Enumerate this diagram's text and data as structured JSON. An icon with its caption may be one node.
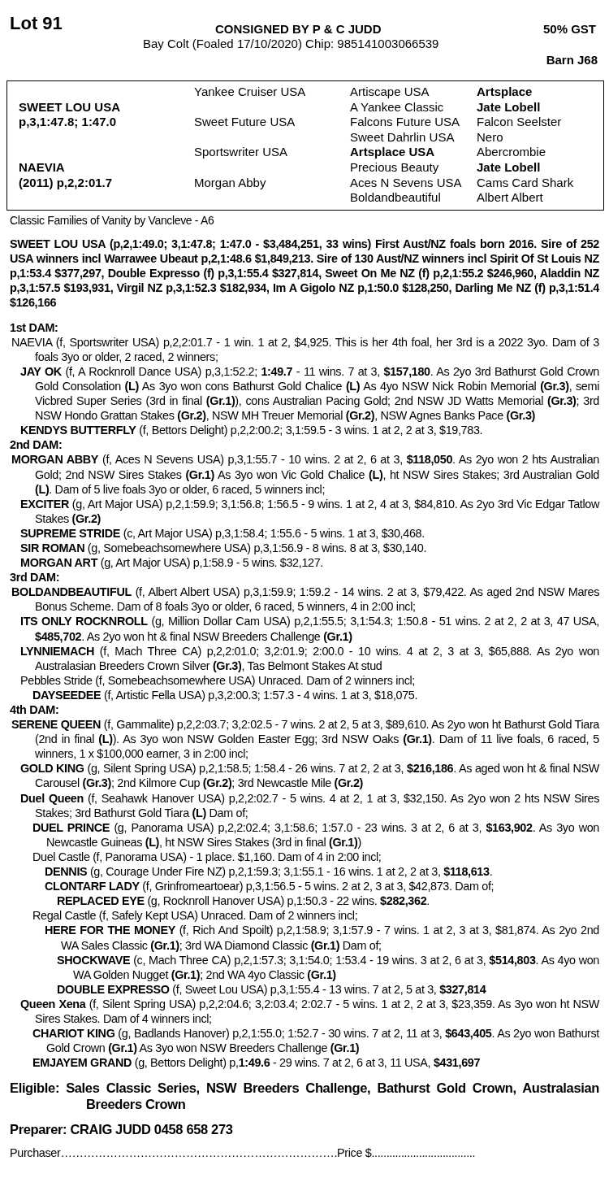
{
  "diagram": {
    "labels": [
      "Lot 91",
      "CONSIGNED BY P & C JUDD",
      "50% GST",
      "Bay Colt (Foaled 17/10/2020) Chip: 985141003066539",
      "Barn J68",
      "Yankee Cruiser USA",
      "Artiscape USA",
      "Artsplace",
      "SWEET LOU USA",
      "A Yankee Classic",
      "Jate Lobell",
      "p,3,1:47.8; 1:47.0",
      "Sweet Future USA",
      "Falcons Future USA",
      "Falcon Seelster",
      "Sweet Dahrlin USA",
      "Nero",
      "Sportswriter USA",
      "Artsplace USA",
      "Abercrombie",
      "NAEVIA",
      "Precious Beauty",
      "Jate Lobell",
      "(2011) p,2,2:01.7",
      "Morgan Abby",
      "Aces N Sevens USA",
      "Cams Card Shark",
      "Boldandbeautiful",
      "Albert Albert",
      "Classic Families of Vanity by Vancleve - A6",
      "SWEET LOU USA (p,2,1:49.0; 3,1:47.8; 1:47.0 - $3,484,251, 33 wins) First Aust/NZ foals born 2016. Sire of 252 USA winners incl Warrawee Ubeaut p,2,1:48.6 $1,849,213. Sire of 130 Aust/NZ winners incl Spirit Of St Louis NZ p,1:53.4 $377,297, Double Expresso (f) p,3,1:55.4 $327,814, Sweet On Me NZ (f) p,2,1:55.2 $246,960, Aladdin NZ p,3,1:57.5 $193,931, Virgil NZ p,3,1:52.3 $182,934, Im A Gigolo NZ p,1:50.0 $128,250, Darling Me NZ (f) p,3,1:51.4 $126,166",
      "1st DAM:",
      "NAEVIA (f, Sportswriter USA) p,2,2:01.7 - 1 win. 1 at 2, $4,925. This is her 4th foal, her 3rd is a 2022 3yo. Dam of 3 foals 3yo or older, 2 raced, 2 winners;",
      "**JAY OK** (f, A Rocknroll Dance USA) p,3,1:52.2; **1:49.7** - 11 wins. 7 at 3, **$157,180**. As 2yo 3rd Bathurst Gold Crown Gold Consolation **(L)** As 3yo won cons Bathurst Gold Chalice **(L)** As 4yo NSW Nick Robin Memorial **(Gr.3)**, semi Vicbred Super Series (3rd in final **(Gr.1)**), cons Australian Pacing Gold; 2nd NSW JD Watts Memorial **(Gr.3)**; 3rd NSW Hondo Grattan Stakes **(Gr.2)**, NSW MH Treuer Memorial **(Gr.2)**, NSW Agnes Banks Pace **(Gr.3)**",
      "**KENDYS BUTTERFLY** (f, Bettors Delight) p,2,2:00.2; 3,1:59.5 - 3 wins. 1 at 2, 2 at 3, $19,783.",
      "2nd DAM:",
      "**MORGAN ABBY** (f, Aces N Sevens USA) p,3,1:55.7 - 10 wins. 2 at 2, 6 at 3, **$118,050**. As 2yo won 2 hts Australian Gold; 2nd NSW Sires Stakes **(Gr.1)** As 3yo won Vic Gold Chalice **(L)**, ht NSW Sires Stakes; 3rd Australian Gold **(L)**. Dam of 5 live foals 3yo or older, 6 raced, 5 winners incl;",
      "**EXCITER** (g, Art Major USA) p,2,1:59.9; 3,1:56.8; 1:56.5 - 9 wins. 1 at 2, 4 at 3, $84,810. As 2yo 3rd Vic Edgar Tatlow Stakes **(Gr.2)**",
      "**SUPREME STRIDE** (c, Art Major USA) p,3,1:58.4; 1:55.6 - 5 wins. 1 at 3, $30,468.",
      "**SIR ROMAN** (g, Somebeachsomewhere USA) p,3,1:56.9 - 8 wins. 8 at 3, $30,140.",
      "**MORGAN ART** (g, Art Major USA) p,1:58.9 - 5 wins. $32,127.",
      "3rd DAM:",
      "**BOLDANDBEAUTIFUL** (f, Albert Albert USA) p,3,1:59.9; 1:59.2 - 14 wins. 2 at 3, $79,422. As aged 2nd NSW Mares Bonus Scheme. Dam of 8 foals 3yo or older, 6 raced, 5 winners, 4 in 2:00 incl;",
      "**ITS ONLY ROCKNROLL** (g, Million Dollar Cam USA) p,2,1:55.5; 3,1:54.3; 1:50.8 - 51 wins. 2 at 2, 2 at 3, 47 USA, **$485,702**. As 2yo won ht & final NSW Breeders Challenge **(Gr.1)**",
      "**LYNNIEMACH** (f, Mach Three CA) p,2,2:01.0; 3,2:01.9; 2:00.0 - 10 wins. 4 at 2, 3 at 3, $65,888. As 2yo won Australasian Breeders Crown Silver **(Gr.3)**, Tas Belmont Stakes At stud",
      "Pebbles Stride (f, Somebeachsomewhere USA) Unraced. Dam of 2 winners incl;",
      "**DAYSEEDEE** (f, Artistic Fella USA) p,3,2:00.3; 1:57.3 - 4 wins. 1 at 3, $18,075.",
      "4th DAM:",
      "**SERENE QUEEN** (f, Gammalite) p,2,2:03.7; 3,2:02.5 - 7 wins. 2 at 2, 5 at 3, $89,610. As 2yo won ht Bathurst Gold Tiara (2nd in final **(L)**). As 3yo won NSW Golden Easter Egg; 3rd NSW Oaks **(Gr.1)**. Dam of 11 live foals, 6 raced, 5 winners, 1 x $100,000 earner, 3 in 2:00 incl;",
      "**GOLD KING** (g, Silent Spring USA) p,2,1:58.5; 1:58.4 - 26 wins. 7 at 2, 2 at 3, **$216,186**. As aged won ht & final NSW Carousel **(Gr.3)**; 2nd Kilmore Cup **(Gr.2)**; 3rd Newcastle Mile **(Gr.2)**",
      "**Duel Queen** (f, Seahawk Hanover USA) p,2,2:02.7 - 5 wins. 4 at 2, 1 at 3, $32,150. As 2yo won 2 hts NSW Sires Stakes; 3rd Bathurst Gold Tiara **(L)** Dam of;",
      "**DUEL PRINCE** (g, Panorama USA) p,2,2:02.4; 3,1:58.6; 1:57.0 - 23 wins. 3 at 2, 6 at 3, **$163,902**. As 3yo won Newcastle Guineas **(L)**, ht NSW Sires Stakes (3rd in final **(Gr.1)**)",
      "Duel Castle (f, Panorama USA) - 1 place. $1,160. Dam of 4 in 2:00 incl;",
      "**DENNIS** (g, Courage Under Fire NZ) p,2,1:59.3; 3,1:55.1 - 16 wins. 1 at 2, 2 at 3, **$118,613**.",
      "**CLONTARF LADY** (f, Grinfromeartoear) p,3,1:56.5 - 5 wins. 2 at 2, 3 at 3, $42,873. Dam of;",
      "**REPLACED EYE** (g, Rocknroll Hanover USA) p,1:50.3 - 22 wins. **$282,362**.",
      "Regal Castle (f, Safely Kept USA) Unraced. Dam of 2 winners incl;",
      "**HERE FOR THE MONEY** (f, Rich And Spoilt) p,2,1:58.9; 3,1:57.9 - 7 wins. 1 at 2, 3 at 3, $81,874. As 2yo 2nd WA Sales Classic **(Gr.1)**; 3rd WA Diamond Classic **(Gr.1)** Dam of;",
      "**SHOCKWAVE** (c, Mach Three CA) p,2,1:57.3; 3,1:54.0; 1:53.4 - 19 wins. 3 at 2, 6 at 3, **$514,803**. As 4yo won WA Golden Nugget **(Gr.1)**; 2nd WA 4yo Classic **(Gr.1)**",
      "**DOUBLE EXPRESSO** (f, Sweet Lou USA) p,3,1:55.4 - 13 wins. 7 at 2, 5 at 3, **$327,814**",
      "**Queen Xena** (f, Silent Spring USA) p,2,2:04.6; 3,2:03.4; 2:02.7 - 5 wins. 1 at 2, 2 at 3, $23,359. As 3yo won ht NSW Sires Stakes. Dam of 4 winners incl;",
      "**CHARIOT KING** (g, Badlands Hanover) p,2,1:55.0; 1:52.7 - 30 wins. 7 at 2, 11 at 3, **$643,405**. As 2yo won Bathurst Gold Crown **(Gr.1)** As 3yo won NSW Breeders Challenge **(Gr.1)**",
      "**EMJAYEM GRAND** (g, Bettors Delight) p,**1:49.6** - 29 wins. 7 at 2, 6 at 3, 11 USA, **$431,697**",
      "Eligible: Sales Classic Series, NSW Breeders Challenge, Bathurst Gold Crown, Australasian Breeders Crown",
      "Preparer: CRAIG JUDD 0458 658 273",
      "Purchaser……………………………………………………………….Price $..................................."
    ]
  }
}
